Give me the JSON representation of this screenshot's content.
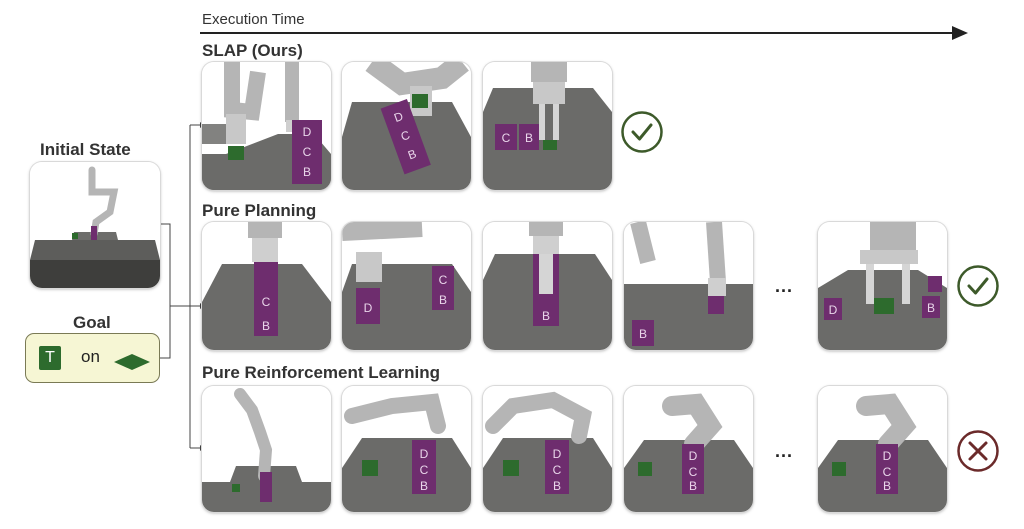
{
  "header": {
    "time_label": "Execution Time"
  },
  "left": {
    "initial_state_title": "Initial State",
    "goal_title": "Goal",
    "goal": {
      "block_letter": "T",
      "relation": "on"
    }
  },
  "rows": [
    {
      "title": "SLAP (Ours)",
      "result": "success",
      "frames": 3,
      "ellipsis": ""
    },
    {
      "title": "Pure Planning",
      "result": "success",
      "frames": 5,
      "ellipsis": "..."
    },
    {
      "title": "Pure Reinforcement Learning",
      "result": "failure",
      "frames": 5,
      "ellipsis": "..."
    }
  ],
  "colors": {
    "success": "#3d5a2a",
    "failure": "#6b2a2a",
    "block_green": "#2d6b2d",
    "block_purple": "#6e2d6e",
    "table": "#6b6b69",
    "robot": "#b5b5b5"
  },
  "icons": {
    "success": "check-circle-icon",
    "failure": "x-circle-icon"
  }
}
